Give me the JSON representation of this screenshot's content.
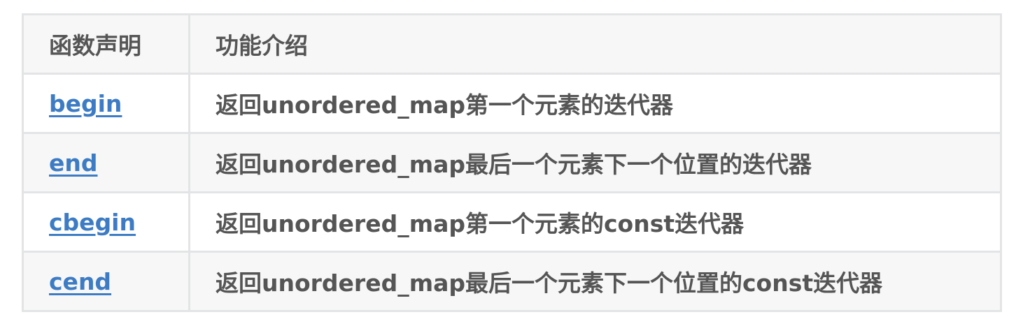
{
  "table": {
    "headers": [
      "函数声明",
      "功能介绍"
    ],
    "rows": [
      {
        "name": "begin",
        "desc": "返回unordered_map第一个元素的迭代器"
      },
      {
        "name": "end",
        "desc": "返回unordered_map最后一个元素下一个位置的迭代器"
      },
      {
        "name": "cbegin",
        "desc": "返回unordered_map第一个元素的const迭代器"
      },
      {
        "name": "cend",
        "desc": "返回unordered_map最后一个元素下一个位置的const迭代器"
      }
    ]
  },
  "colors": {
    "link": "#3d7cc4",
    "text": "#555555",
    "border": "#e3e4e6",
    "stripe": "#f7f7f7"
  }
}
